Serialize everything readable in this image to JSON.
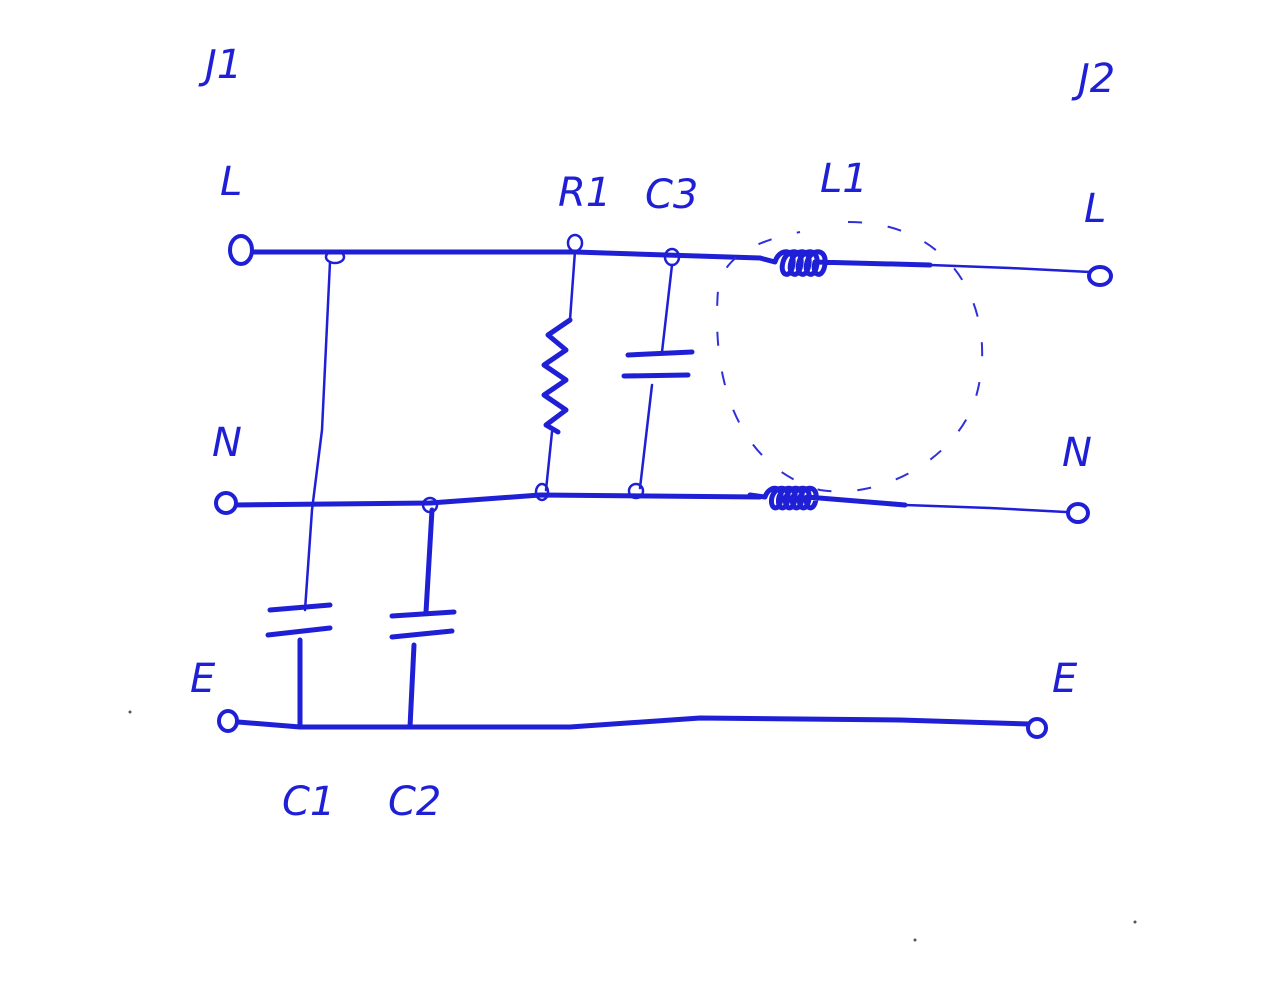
{
  "labels": {
    "j1": "J1",
    "j2": "J2",
    "left_l": "L",
    "left_n": "N",
    "left_e": "E",
    "right_l": "L",
    "right_n": "N",
    "right_e": "E",
    "r1": "R1",
    "c3": "C3",
    "l1": "L1",
    "c1": "C1",
    "c2": "C2"
  },
  "colors": {
    "ink": "#1f1fd6",
    "background": "#ffffff"
  }
}
